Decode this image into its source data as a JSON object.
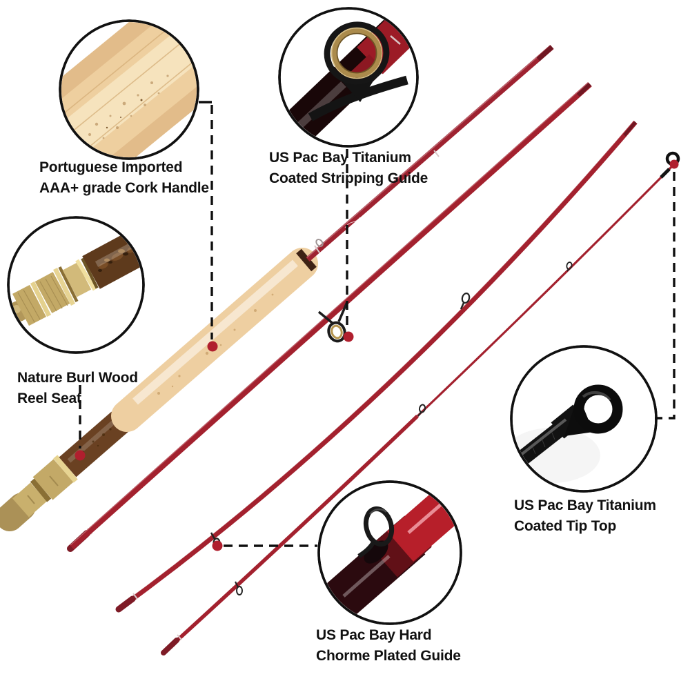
{
  "figure": {
    "kind": "fishing-rod product callout diagram",
    "rod_sections_depicted": 4,
    "callout_circles_depicted": 5
  },
  "callouts": [
    {
      "id": "cork-handle",
      "line1": "Portuguese Imported",
      "line2": "AAA+ grade Cork Handle"
    },
    {
      "id": "stripping-guide",
      "line1": "US Pac Bay Titanium",
      "line2": "Coated Stripping Guide"
    },
    {
      "id": "reel-seat",
      "line1": "Nature Burl Wood",
      "line2": "Reel Seat"
    },
    {
      "id": "tip-top",
      "line1": "US Pac Bay Titanium",
      "line2": "Coated Tip Top"
    },
    {
      "id": "chrome-guide",
      "line1": "US Pac Bay Hard",
      "line2": "Chorme Plated Guide"
    }
  ],
  "colors": {
    "background": "#ffffff",
    "rod_red": "#a3212e",
    "rod_butt_dark_red": "#7e1b26",
    "cork_tan": "#eecfa1",
    "burl_wood_brown": "#6a4122",
    "gold_hardware": "#c3a966",
    "guide_gold_ring": "#ab8b4c",
    "guide_wire_black": "#191919",
    "callout_dot_red": "#b01f2e",
    "leader_line": "#0f0f0f",
    "circle_outline": "#111111",
    "label_text": "#111111"
  }
}
